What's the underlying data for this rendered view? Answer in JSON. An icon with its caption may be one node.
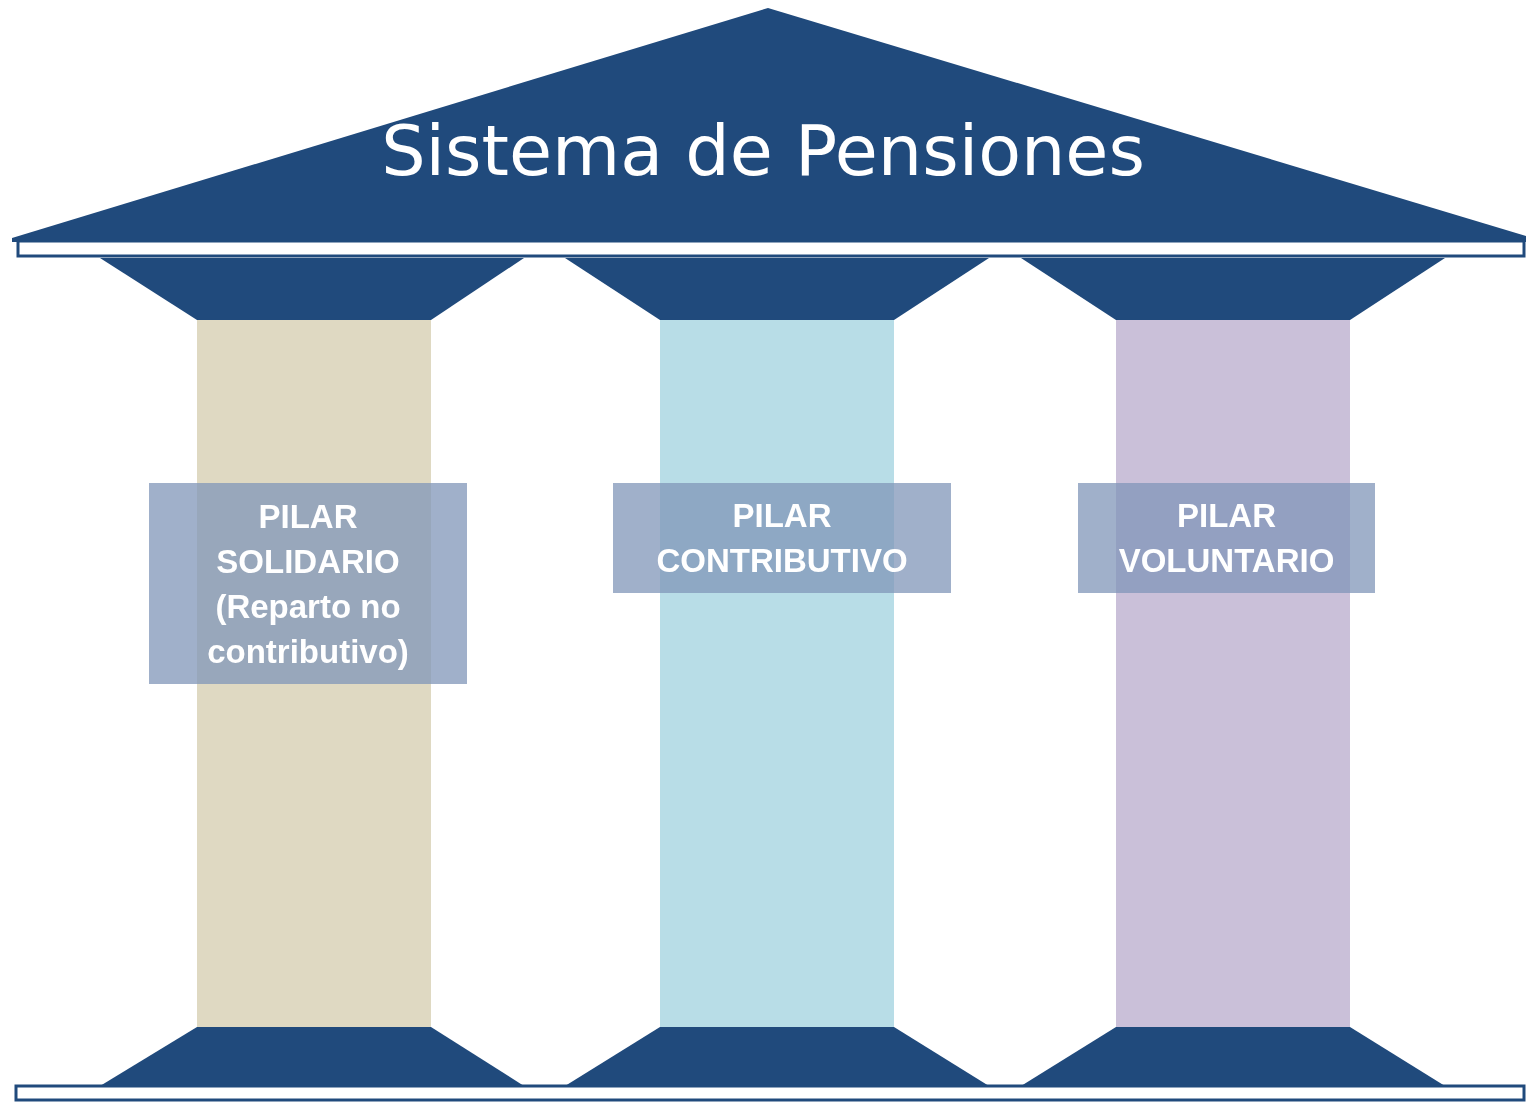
{
  "diagram": {
    "nodes": [
      {
        "text": [
          "Sistema de Pensiones"
        ]
      },
      {
        "text": [
          "PILAR SOLIDARIO (Reparto no contributivo)"
        ]
      },
      {
        "text": [
          "PILAR CONTRIBUTIVO"
        ]
      },
      {
        "text": [
          "PILAR VOLUNTARIO"
        ]
      }
    ],
    "edges": []
  }
}
